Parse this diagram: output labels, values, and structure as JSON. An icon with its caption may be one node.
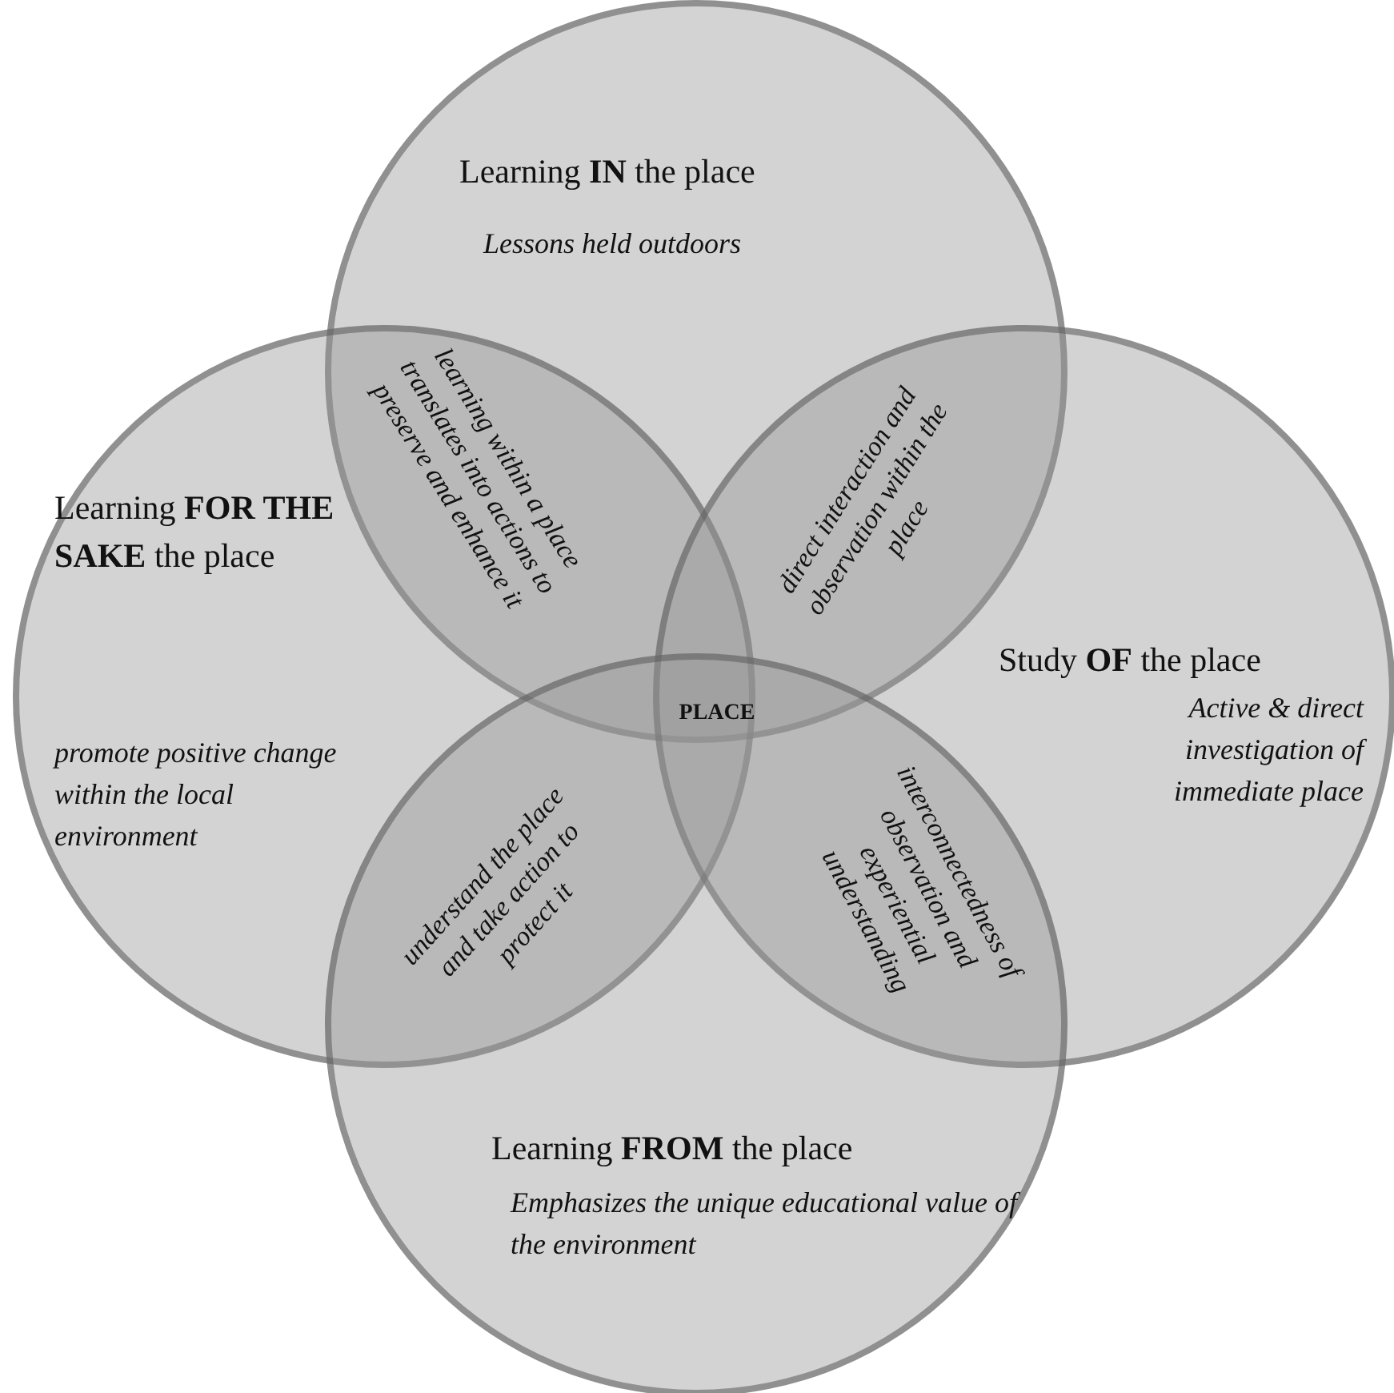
{
  "diagram": {
    "nodes": [
      {
        "text": [
          "Learning **IN** the place",
          "Lessons held outdoors"
        ]
      },
      {
        "text": [
          "Learning **FOR THE SAKE** the place",
          "promote positive change within the local environment"
        ]
      },
      {
        "text": [
          "Study **OF** the place",
          "Active & direct investigation of immediate place"
        ]
      },
      {
        "text": [
          "Learning **FROM** the place",
          "Emphasizes the unique educational value of the environment"
        ]
      }
    ],
    "labels": [
      "learning within a place translates into actions to preserve and enhance it",
      "direct interaction and observation within the place",
      "PLACE",
      "understand the place and take action to protect it",
      "interconnectedness of observation and experiential understanding"
    ]
  }
}
